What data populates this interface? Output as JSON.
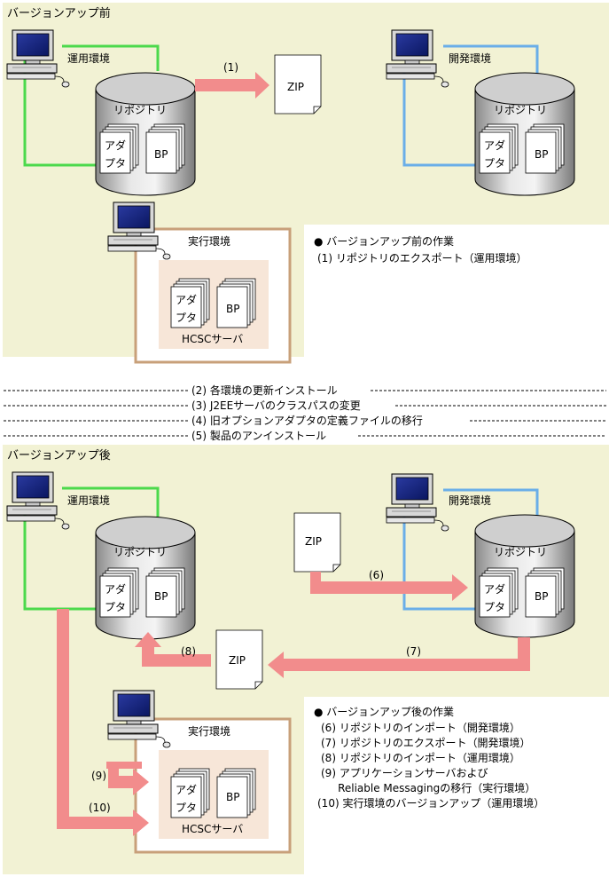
{
  "colors": {
    "panel_bg": "#f2f2d4",
    "op_env": "#4cd94c",
    "dev_env": "#6aaee8",
    "exec_env": "#c8a07a",
    "hcsc_bg": "#f7e6d8",
    "arrow": "#f28c8c",
    "cylinder_top": "#d0d0d0"
  },
  "before": {
    "title": "バージョンアップ前",
    "op_env_label": "運用環境",
    "dev_env_label": "開発環境",
    "exec_env_label": "実行環境",
    "repository_label": "リポジトリ",
    "adapter_line1": "アダ",
    "adapter_line2": "プタ",
    "bp_label": "BP",
    "hcsc_label": "HCSCサーバ",
    "zip_label": "ZIP",
    "step1_label": "(1)",
    "tasks_title": "●  バージョンアップ前の作業",
    "tasks": [
      "(1)  リポジトリのエクスポート（運用環境）"
    ]
  },
  "between_steps": [
    "(2)  各環境の更新インストール",
    "(3)  J2EEサーバのクラスパスの変更",
    "(4)  旧オプションアダプタの定義ファイルの移行",
    "(5)  製品のアンインストール"
  ],
  "after": {
    "title": "バージョンアップ後",
    "op_env_label": "運用環境",
    "dev_env_label": "開発環境",
    "exec_env_label": "実行環境",
    "repository_label": "リポジトリ",
    "adapter_line1": "アダ",
    "adapter_line2": "プタ",
    "bp_label": "BP",
    "hcsc_label": "HCSCサーバ",
    "zip_label": "ZIP",
    "step6_label": "(6)",
    "step7_label": "(7)",
    "step8_label": "(8)",
    "step9_label": "(9)",
    "step10_label": "(10)",
    "tasks_title": "●  バージョンアップ後の作業",
    "tasks": [
      "(6)  リポジトリのインポート（開発環境）",
      "(7)  リポジトリのエクスポート（開発環境）",
      "(8)  リポジトリのインポート（運用環境）",
      "(9)  アプリケーションサーバおよび",
      "     Reliable Messagingの移行（実行環境）",
      "(10)  実行環境のバージョンアップ（運用環境）"
    ]
  }
}
